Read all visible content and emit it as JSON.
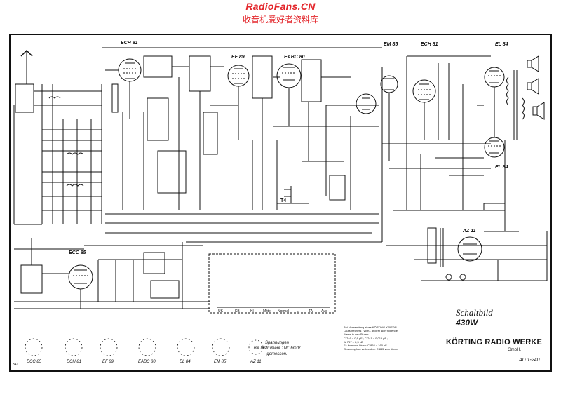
{
  "watermark": {
    "site": "RadioFans.CN",
    "subtitle": "收音机爱好者资料库",
    "color": "#e3262b"
  },
  "title_block": {
    "schaltbild": "Schaltbild",
    "model": "430W",
    "manufacturer": "KÖRTING RADIO WERKE",
    "company_suffix": "GmbH.",
    "document_number": "AD 1-240",
    "sheet_mark": "341"
  },
  "tubes": {
    "ech81_left": "ECH 81",
    "ef89": "EF 89",
    "eabc80": "EABC 80",
    "em85_top": "EM 85",
    "ech81_right": "ECH 81",
    "el84_top": "EL 84",
    "el84_bottom": "EL 84",
    "az11": "AZ 11",
    "ecc85": "ECC 85"
  },
  "socket_labels": [
    "ECC 85",
    "ECH 81",
    "EF 89",
    "EABC 80",
    "EL 84",
    "EM 85",
    "AZ 11"
  ],
  "voltage_note": [
    "Spannungen",
    "mit Instrument 1MOhm/V",
    "gemessen."
  ],
  "switch_positions": [
    "UK",
    "KB",
    "KI",
    "Mittel",
    "Normal",
    "L",
    "TA",
    "Aus"
  ],
  "footnote_lines": [
    "Bei Verwendung eines KÖRTING-KRISTALL-",
    "Lautsprechers Typ KL ändern sich folgende",
    "Werte in den Stufen:",
    "C 746 = 0,6 pF ; C 741 = 0,015 pF ;",
    "W 757 = 2,5 kΩ",
    "Es kommen hinzu: C 868 = 160 pF",
    "Grammophon verbunden: C 845 vom Wxxx"
  ],
  "sections": {
    "t4": "T4"
  }
}
